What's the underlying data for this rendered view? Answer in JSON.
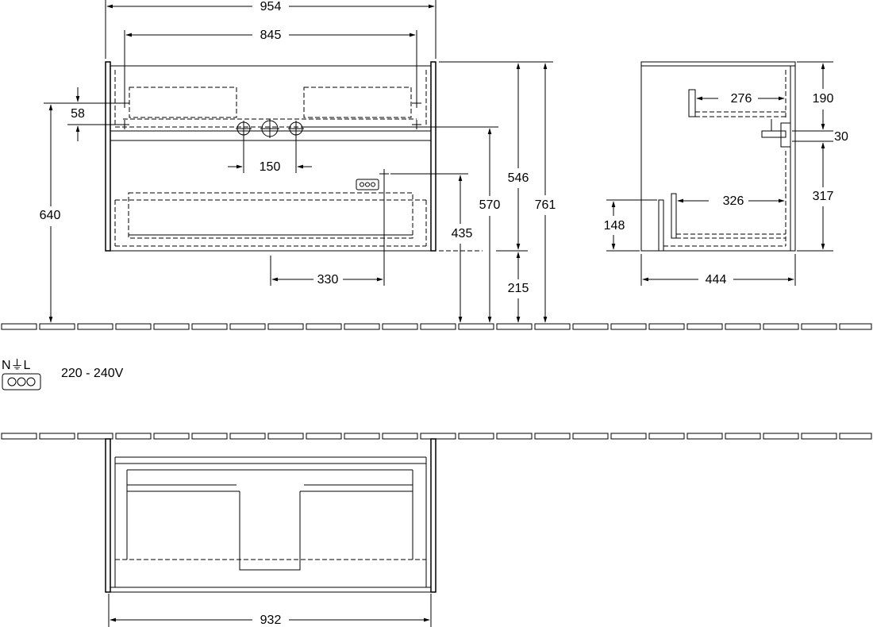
{
  "front_view": {
    "width_total": "954",
    "width_inner": "845",
    "height_total": "761",
    "height_body": "546",
    "height_to_drain": "570",
    "height_to_outlet": "435",
    "leg_height": "215",
    "mount_height": "640",
    "siphon_offset": "58",
    "tap_spacing": "150",
    "outlet_offset": "330"
  },
  "side_view": {
    "depth_total": "444",
    "upper_drawer_depth": "276",
    "lower_drawer_depth": "326",
    "top_clearance": "190",
    "drain_height": "30",
    "lower_zone": "317",
    "lower_height": "148"
  },
  "electrical": {
    "terminal_labels": "N⏚L",
    "voltage": "220 - 240V"
  },
  "plan_view": {
    "width": "932"
  }
}
